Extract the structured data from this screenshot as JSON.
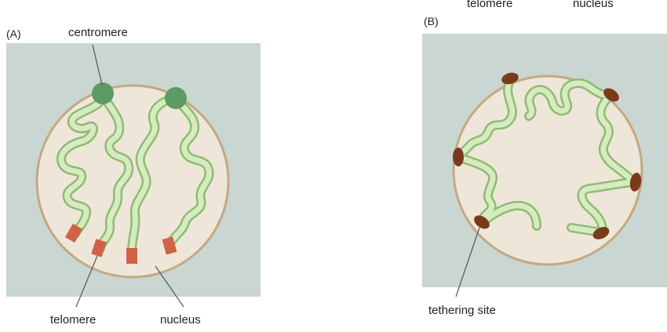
{
  "colors": {
    "background_box": "#cad6d1",
    "nucleus_fill": "#efe6da",
    "nucleus_stroke": "#c2a983",
    "chromosome_outer": "#8fbb73",
    "chromosome_inner": "#d6ebc0",
    "centromere": "#5c9b63",
    "telomere": "#cf6248",
    "tethering_site": "#7a3a1c",
    "leader_line": "#555555"
  },
  "panel_a": {
    "label": "(A)",
    "centromere_label": "centromere",
    "telomere_label": "telomere",
    "nucleus_label": "nucleus"
  },
  "panel_b": {
    "label": "(B)",
    "cropped_top_left": "telomere",
    "cropped_top_right": "nucleus",
    "tethering_label": "tethering site"
  }
}
